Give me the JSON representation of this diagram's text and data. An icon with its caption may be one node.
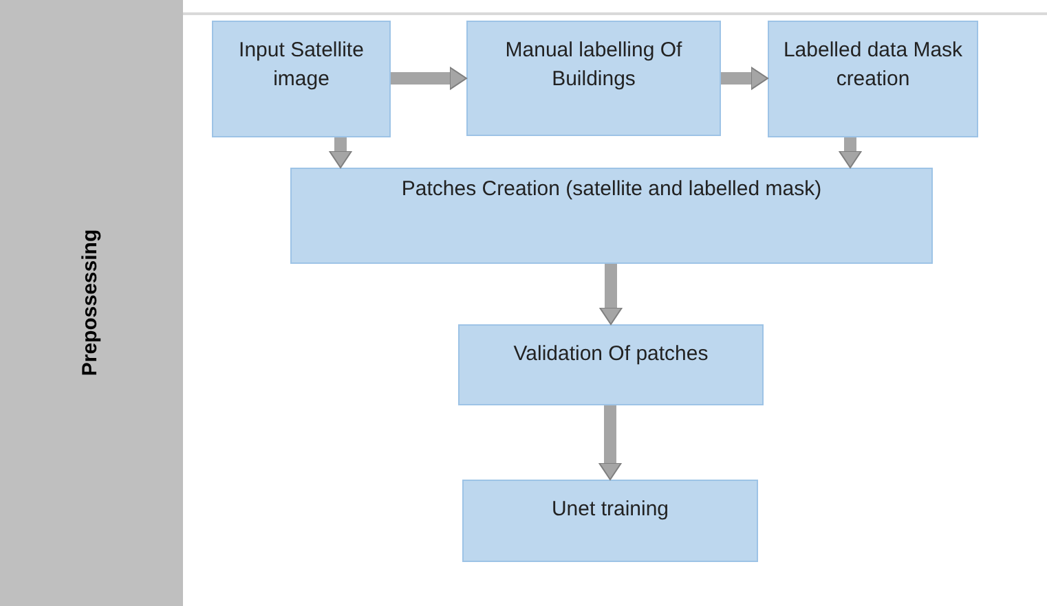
{
  "diagram": {
    "nodes": [
      {
        "text": [
          "Prepossessing"
        ]
      },
      {
        "text": [
          "Input Satellite image"
        ]
      },
      {
        "text": [
          "Manual labelling Of Buildings"
        ]
      },
      {
        "text": [
          "Labelled data Mask creation"
        ]
      },
      {
        "text": [
          "Patches Creation (satellite and labelled mask)"
        ]
      },
      {
        "text": [
          "Validation Of patches"
        ]
      },
      {
        "text": [
          "Unet training"
        ]
      }
    ],
    "edges": [
      {
        "from": 1,
        "to": 2,
        "arrow": "to"
      },
      {
        "from": 2,
        "to": 3,
        "arrow": "to"
      },
      {
        "from": 1,
        "to": 4,
        "arrow": "to"
      },
      {
        "from": 3,
        "to": 4,
        "arrow": "to"
      },
      {
        "from": 4,
        "to": 5,
        "arrow": "to"
      },
      {
        "from": 5,
        "to": 6,
        "arrow": "to"
      }
    ]
  }
}
